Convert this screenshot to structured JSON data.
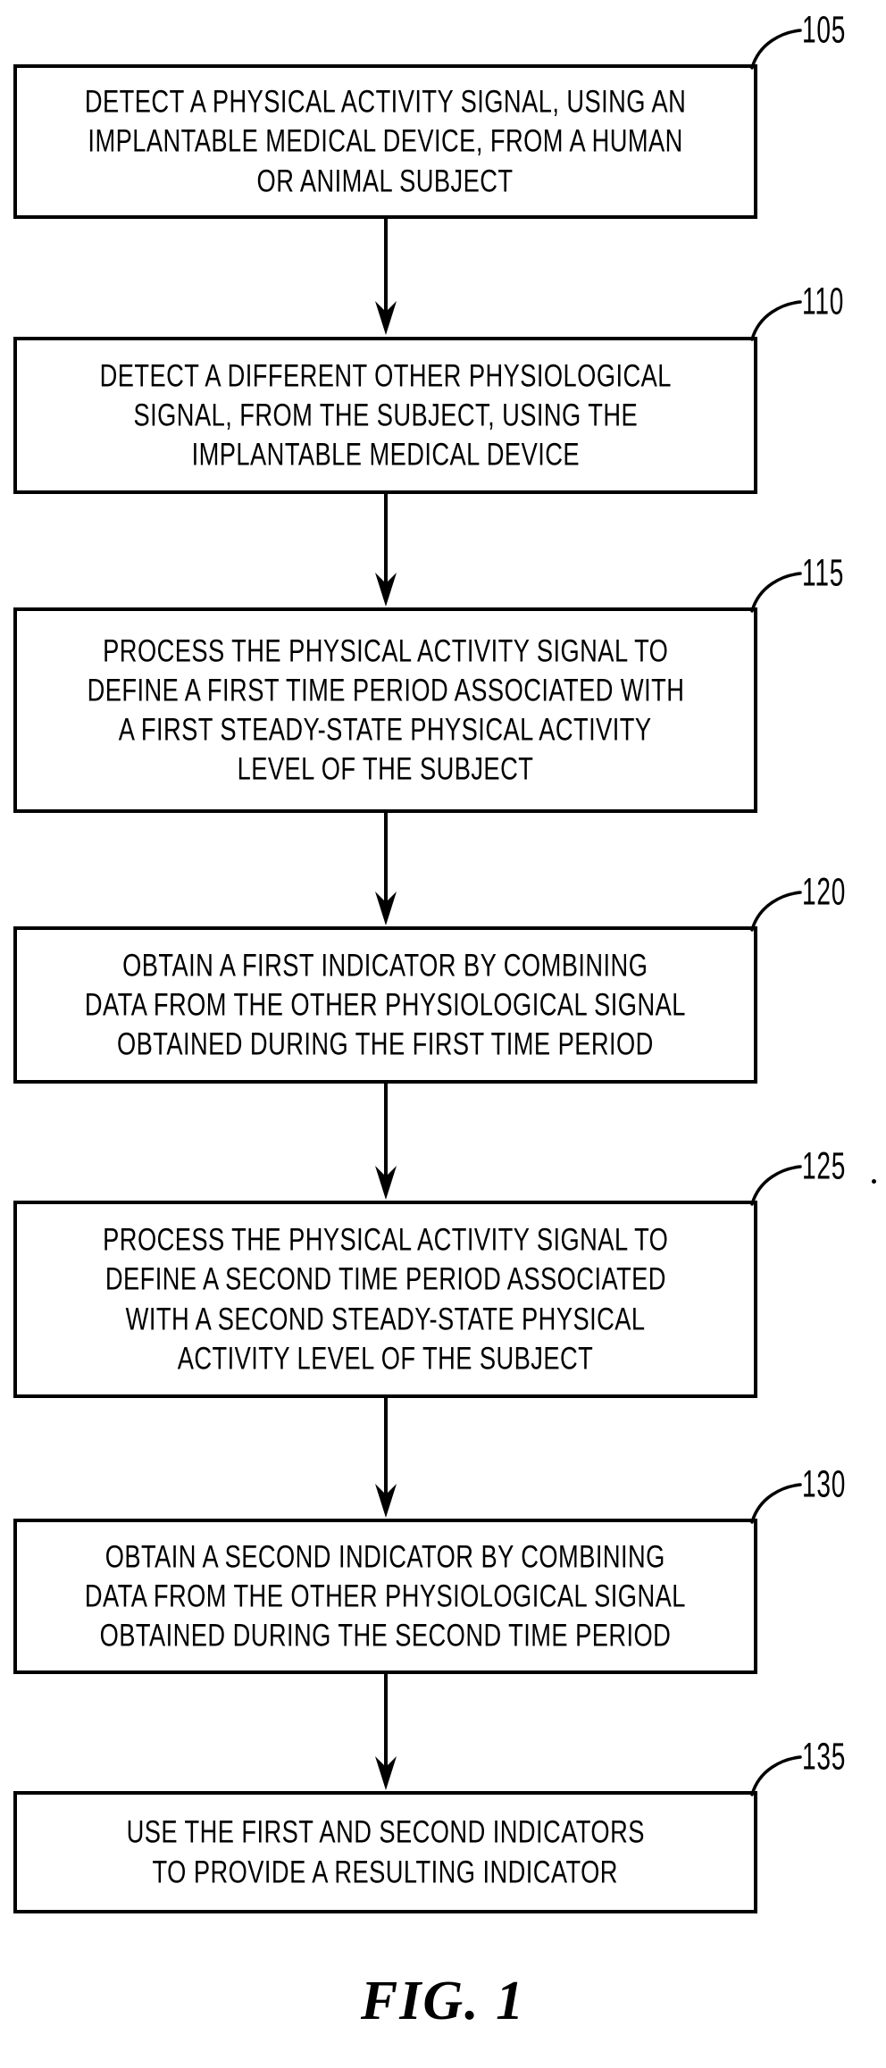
{
  "figure": {
    "caption": "FIG. 1",
    "type": "patent-flowchart"
  },
  "steps": [
    {
      "ref": "105",
      "lines": [
        "DETECT A PHYSICAL ACTIVITY SIGNAL, USING AN",
        "IMPLANTABLE MEDICAL DEVICE, FROM A HUMAN",
        "OR ANIMAL SUBJECT"
      ]
    },
    {
      "ref": "110",
      "lines": [
        "DETECT A DIFFERENT OTHER PHYSIOLOGICAL",
        "SIGNAL, FROM THE SUBJECT, USING THE",
        "IMPLANTABLE MEDICAL DEVICE"
      ]
    },
    {
      "ref": "115",
      "lines": [
        "PROCESS THE PHYSICAL ACTIVITY SIGNAL TO",
        "DEFINE A FIRST TIME PERIOD ASSOCIATED WITH",
        "A FIRST STEADY-STATE PHYSICAL ACTIVITY",
        "LEVEL OF THE SUBJECT"
      ]
    },
    {
      "ref": "120",
      "lines": [
        "OBTAIN A FIRST INDICATOR BY COMBINING",
        "DATA FROM THE OTHER PHYSIOLOGICAL SIGNAL",
        "OBTAINED DURING THE FIRST TIME PERIOD"
      ]
    },
    {
      "ref": "125",
      "lines": [
        "PROCESS THE PHYSICAL ACTIVITY SIGNAL TO",
        "DEFINE A SECOND TIME PERIOD ASSOCIATED",
        "WITH A SECOND STEADY-STATE PHYSICAL",
        "ACTIVITY LEVEL OF THE SUBJECT"
      ]
    },
    {
      "ref": "130",
      "lines": [
        "OBTAIN A SECOND INDICATOR BY COMBINING",
        "DATA FROM THE OTHER PHYSIOLOGICAL SIGNAL",
        "OBTAINED DURING THE SECOND TIME PERIOD"
      ]
    },
    {
      "ref": "135",
      "lines": [
        "USE THE FIRST AND SECOND INDICATORS",
        "TO PROVIDE A RESULTING INDICATOR"
      ]
    }
  ],
  "colors": {
    "ink": "#000000",
    "paper": "#ffffff"
  }
}
